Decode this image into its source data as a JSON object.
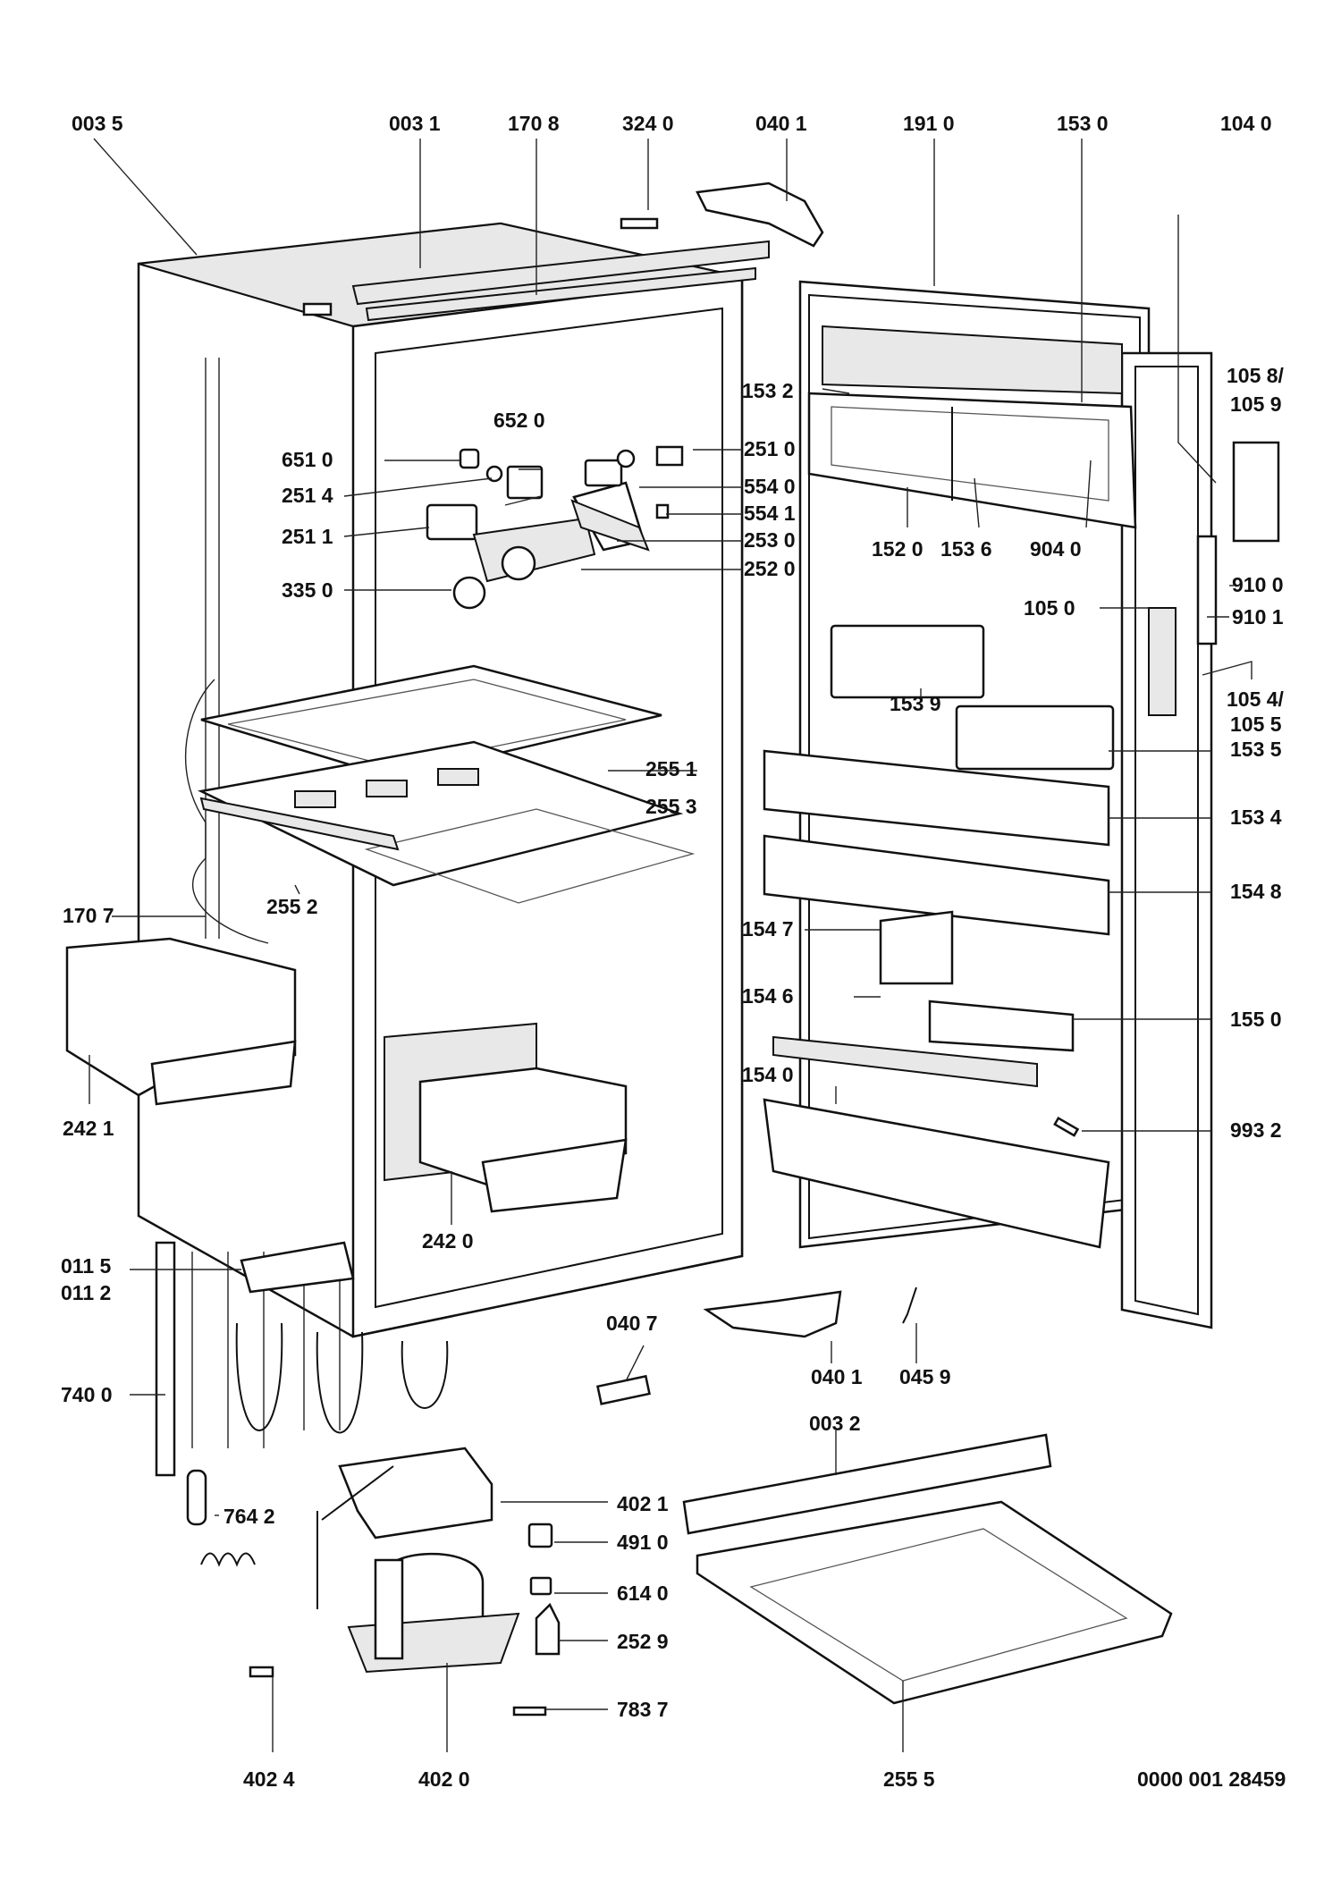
{
  "colors": {
    "ink": "#111111",
    "background": "#ffffff",
    "shade": "#e8e8e8"
  },
  "drawing_code": "0000 001 28459",
  "labels": {
    "p0035": "003 5",
    "p0031": "003 1",
    "p1708": "170 8",
    "p3240": "324 0",
    "p0401a": "040 1",
    "p1910": "191 0",
    "p1530": "153 0",
    "p1040": "104 0",
    "p1532": "153 2",
    "p10589": "105 8/",
    "p10589b": "105 9",
    "p6520": "652 0",
    "p6510": "651 0",
    "p2510": "251 0",
    "p2514": "251 4",
    "p5540": "554 0",
    "p5541": "554 1",
    "p2511": "251 1",
    "p2530": "253 0",
    "p1520": "152 0",
    "p1536": "153 6",
    "p9040": "904 0",
    "p2520": "252 0",
    "p3350": "335 0",
    "p9100": "910 0",
    "p1050": "105 0",
    "p9101": "910 1",
    "p1539": "153 9",
    "p1054": "105 4/",
    "p1055": "105 5",
    "p1535": "153 5",
    "p2551": "255 1",
    "p2553": "255 3",
    "p1534": "153 4",
    "p2552": "255 2",
    "p1548": "154 8",
    "p1707": "170 7",
    "p1547": "154 7",
    "p1546": "154 6",
    "p1550": "155 0",
    "p2421": "242 1",
    "p1540": "154 0",
    "p9932": "993 2",
    "p2420": "242 0",
    "p0115": "011 5",
    "p0112": "011 2",
    "p0407": "040 7",
    "p7400": "740 0",
    "p0401b": "040 1",
    "p0459": "045 9",
    "p0032": "003 2",
    "p4021": "402 1",
    "p7642": "764 2",
    "p4910": "491 0",
    "p6140": "614 0",
    "p2529": "252 9",
    "p7837": "783 7",
    "p4024": "402 4",
    "p4020": "402 0",
    "p2555": "255 5"
  }
}
